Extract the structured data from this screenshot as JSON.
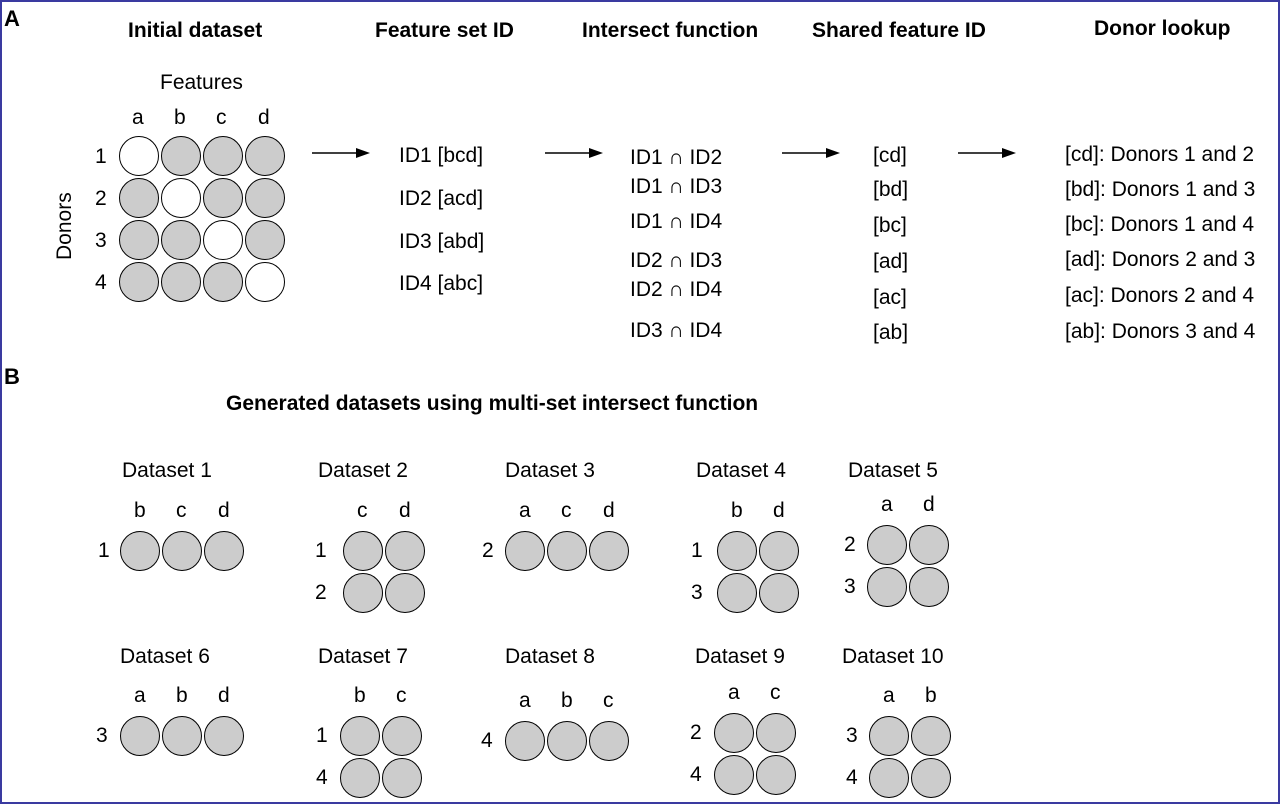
{
  "panel_a": {
    "label": "A",
    "headings": {
      "initial_dataset": "Initial dataset",
      "feature_set_id": "Feature set ID",
      "intersect_function": "Intersect function",
      "shared_feature_id": "Shared feature ID",
      "donor_lookup": "Donor lookup"
    },
    "features_label": "Features",
    "donors_label": "Donors",
    "feature_letters": [
      "a",
      "b",
      "c",
      "d"
    ],
    "donor_numbers": [
      "1",
      "2",
      "3",
      "4"
    ],
    "matrix_empty_cells": "diagonal (donor n lacks feature n)",
    "feature_set_ids": [
      "ID1 [bcd]",
      "ID2 [acd]",
      "ID3 [abd]",
      "ID4 [abc]"
    ],
    "intersections": [
      "ID1 ∩ ID2",
      "ID1 ∩ ID3",
      "ID1 ∩ ID4",
      "ID2 ∩ ID3",
      "ID2 ∩ ID4",
      "ID3 ∩ ID4"
    ],
    "shared_ids": [
      "[cd]",
      "[bd]",
      "[bc]",
      "[ad]",
      "[ac]",
      "[ab]"
    ],
    "donor_lookups": [
      "[cd]: Donors 1 and 2",
      "[bd]: Donors 1 and 3",
      "[bc]: Donors 1 and 4",
      "[ad]: Donors 2 and 3",
      "[ac]: Donors 2 and 4",
      "[ab]: Donors 3 and 4"
    ]
  },
  "panel_b": {
    "label": "B",
    "title": "Generated datasets using multi-set intersect function",
    "datasets": [
      {
        "title": "Dataset 1",
        "cols": [
          "b",
          "c",
          "d"
        ],
        "rows": [
          "1"
        ]
      },
      {
        "title": "Dataset 2",
        "cols": [
          "c",
          "d"
        ],
        "rows": [
          "1",
          "2"
        ]
      },
      {
        "title": "Dataset 3",
        "cols": [
          "a",
          "c",
          "d"
        ],
        "rows": [
          "2"
        ]
      },
      {
        "title": "Dataset 4",
        "cols": [
          "b",
          "d"
        ],
        "rows": [
          "1",
          "3"
        ]
      },
      {
        "title": "Dataset 5",
        "cols": [
          "a",
          "d"
        ],
        "rows": [
          "2",
          "3"
        ]
      },
      {
        "title": "Dataset 6",
        "cols": [
          "a",
          "b",
          "d"
        ],
        "rows": [
          "3"
        ]
      },
      {
        "title": "Dataset 7",
        "cols": [
          "b",
          "c"
        ],
        "rows": [
          "1",
          "4"
        ]
      },
      {
        "title": "Dataset 8",
        "cols": [
          "a",
          "b",
          "c"
        ],
        "rows": [
          "4"
        ]
      },
      {
        "title": "Dataset 9",
        "cols": [
          "a",
          "c"
        ],
        "rows": [
          "2",
          "4"
        ]
      },
      {
        "title": "Dataset 10",
        "cols": [
          "a",
          "b"
        ],
        "rows": [
          "3",
          "4"
        ]
      }
    ]
  },
  "colors": {
    "filled": "#cccccc",
    "empty": "#ffffff",
    "border": "#3a3aa0"
  }
}
